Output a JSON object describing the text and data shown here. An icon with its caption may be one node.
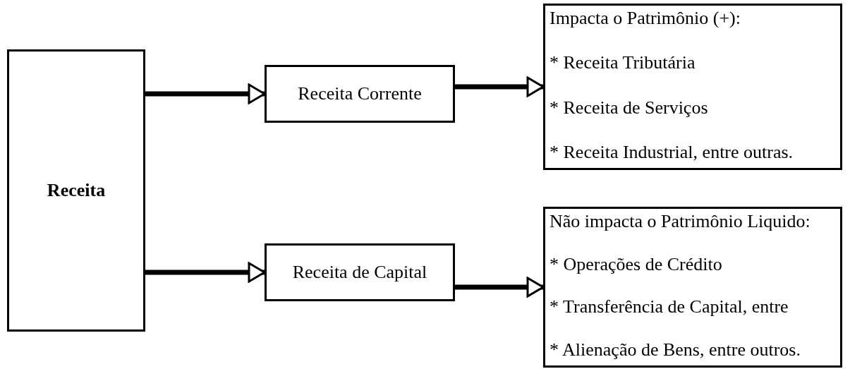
{
  "diagram": {
    "nodes": [
      {
        "text": [
          "Receita"
        ]
      },
      {
        "text": [
          "Receita Corrente"
        ]
      },
      {
        "text": [
          "Receita de Capital"
        ]
      },
      {
        "text": [
          "Impacta o Patrimônio (+):",
          "* Receita Tributária",
          "* Receita de Serviços",
          "* Receita Industrial, entre outras."
        ]
      },
      {
        "text": [
          "Não impacta o Patrimônio Liquido:",
          "* Operações de Crédito",
          "* Transferência de Capital, entre",
          "* Alienação de Bens, entre outros."
        ]
      }
    ],
    "edges": [
      {
        "from": 0,
        "to": 1,
        "arrow": "to"
      },
      {
        "from": 0,
        "to": 2,
        "arrow": "to"
      },
      {
        "from": 1,
        "to": 3,
        "arrow": "to"
      },
      {
        "from": 2,
        "to": 4,
        "arrow": "to"
      }
    ]
  }
}
